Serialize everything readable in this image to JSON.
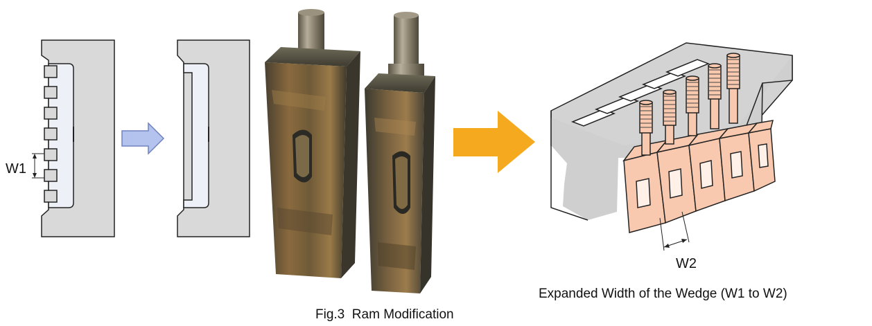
{
  "labels": {
    "w1": "W1",
    "w2": "W2",
    "expanded_caption": "Expanded Width of the Wedge (W1 to W2)",
    "figure_caption": "Fig.3  Ram Modification"
  },
  "colors": {
    "section_fill": "#d9d9d9",
    "slot_fill": "#edf0f6",
    "outline": "#222222",
    "small_arrow_fill": "#b4c3ee",
    "small_arrow_stroke": "#6f82bf",
    "big_arrow_fill": "#f4a91f",
    "wedge_fill": "#f8c9ae",
    "block_fill": "#d3d3d3"
  },
  "icons": {
    "step_arrow": "right-arrow-icon",
    "result_arrow": "right-arrow-icon"
  }
}
